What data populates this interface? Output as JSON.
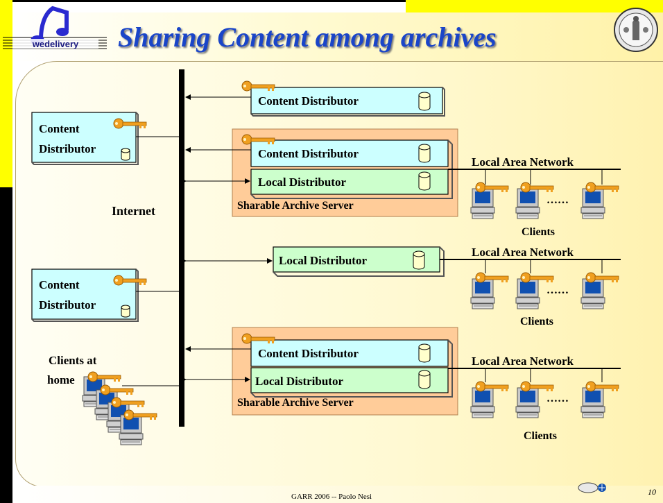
{
  "slide": {
    "title": "Sharing Content among archives",
    "footer": "GARR 2006 -- Paolo Nesi",
    "page_number": "10",
    "logo_text": "wedelivery"
  },
  "diagram": {
    "internet_label": "Internet",
    "left_distributor_1": {
      "line1": "Content",
      "line2": "Distributor"
    },
    "left_distributor_2": {
      "line1": "Content",
      "line2": "Distributor"
    },
    "home_clients": {
      "line1": "Clients at",
      "line2": "home"
    },
    "top_content_distributor": "Content Distributor",
    "server_1": {
      "content_distributor": "Content Distributor",
      "local_distributor": "Local Distributor",
      "label": "Sharable Archive Server",
      "lan_label": "Local Area Network",
      "clients_label": "Clients",
      "ellipsis": "……"
    },
    "standalone_local": {
      "local_distributor": "Local Distributor",
      "lan_label": "Local Area Network",
      "clients_label": "Clients",
      "ellipsis": "……"
    },
    "server_2": {
      "content_distributor": "Content Distributor",
      "local_distributor": "Local Distributor",
      "label": "Sharable Archive Server",
      "lan_label": "Local Area Network",
      "clients_label": "Clients",
      "ellipsis": "……"
    }
  },
  "colors": {
    "title": "#1a45c8",
    "content_box": "#ccffff",
    "local_box": "#ccffcc",
    "server_bg": "#ffcc99",
    "key": "#f0a020"
  }
}
